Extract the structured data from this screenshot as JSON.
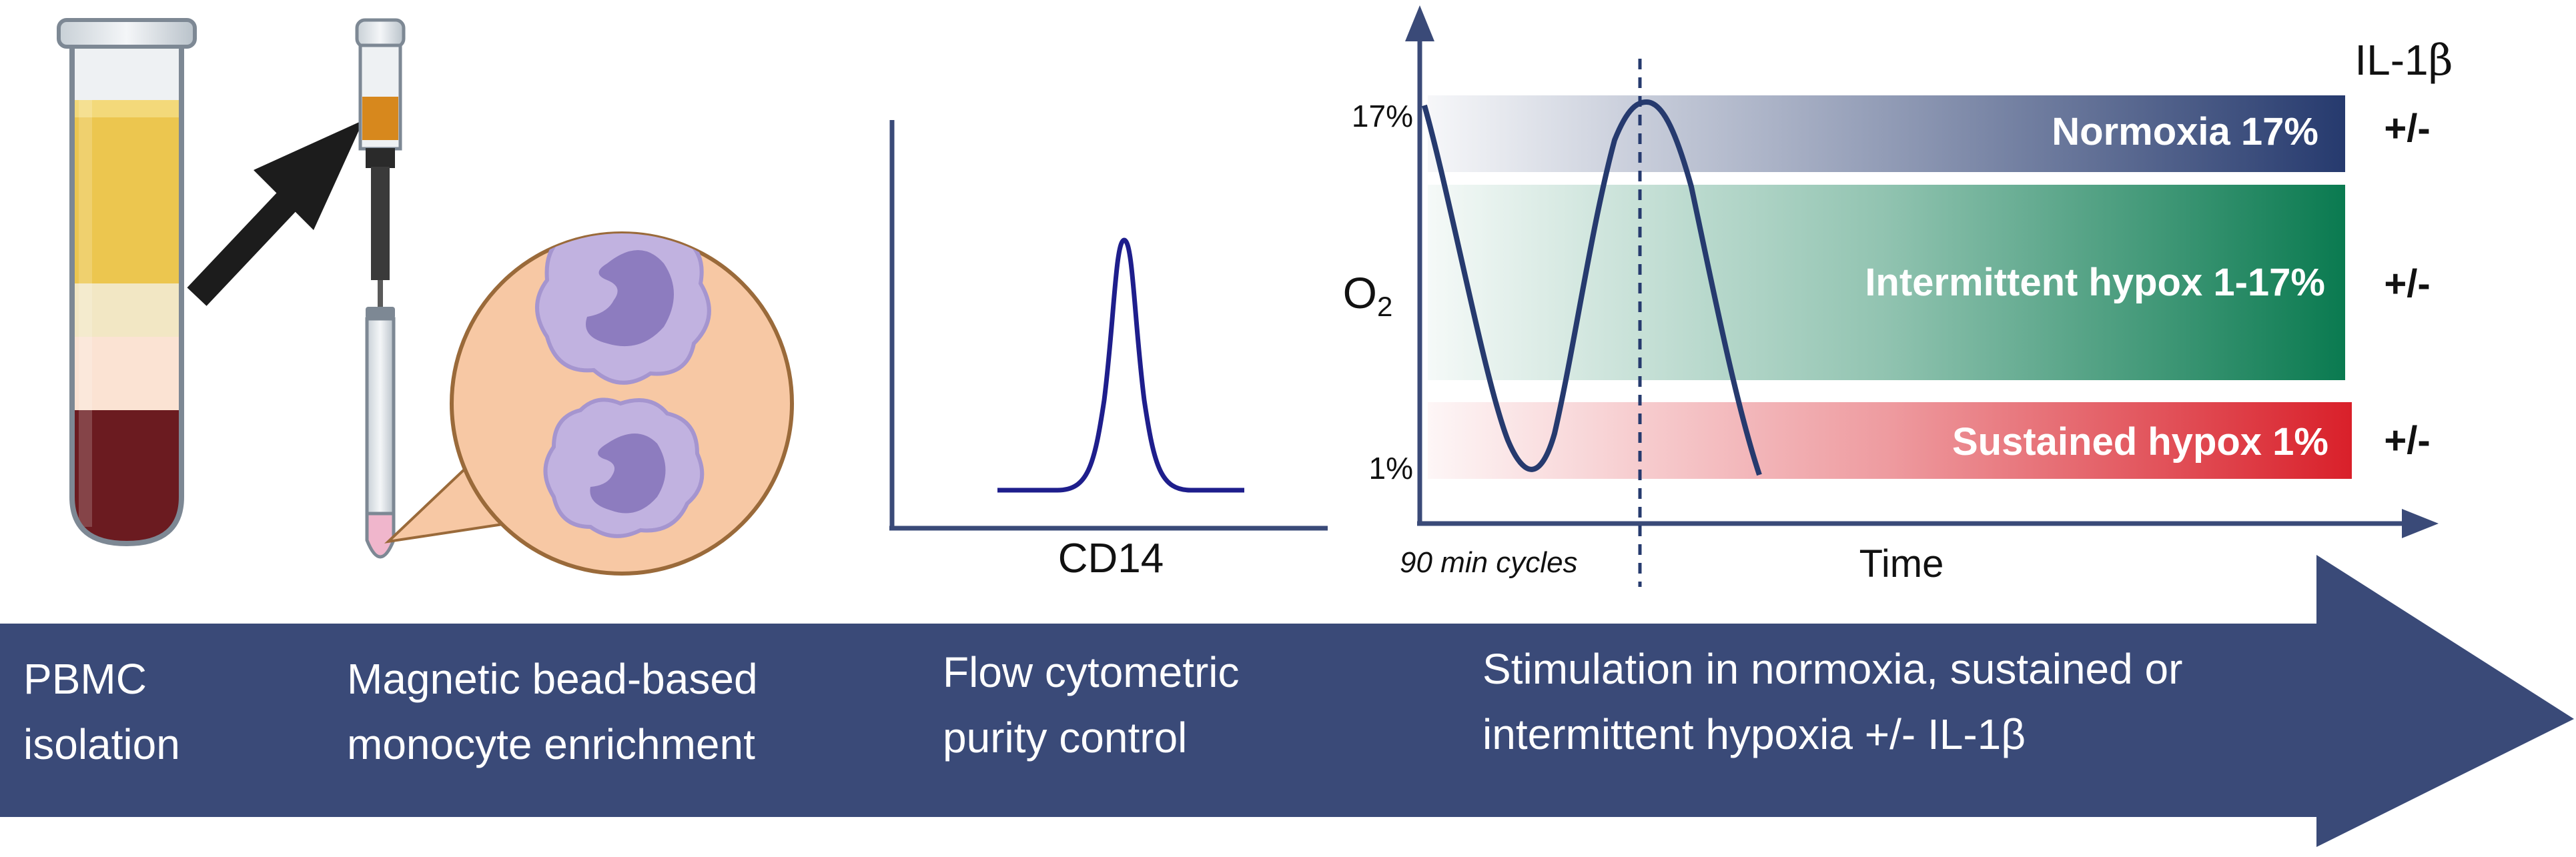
{
  "colors": {
    "navy": "#3a4a78",
    "navy_dark": "#263a6e",
    "green": "#0a7a50",
    "red": "#d9202a",
    "tube_yellow": "#ecc64f",
    "tube_beige": "#f2e7c4",
    "tube_peach": "#fbe3d3",
    "tube_blood": "#6b1b20",
    "peach": "#f7c8a4",
    "cell_purple": "#c1b2e0",
    "nucleus": "#8d7cbf",
    "hist_line": "#1e1e8c"
  },
  "icons": [
    "blood-tube-icon",
    "arrow-icon",
    "syringe-column-icon",
    "cell-magnifier-icon"
  ],
  "histogram": {
    "xlabel": "CD14"
  },
  "oxygen_chart": {
    "ylabel_base": "O",
    "ylabel_sub": "2",
    "tick_high": "17%",
    "tick_low": "1%",
    "xlabel": "Time",
    "cycles_label": "90 min cycles",
    "il_label_base": "IL-1",
    "il_label_greek": "β",
    "conditions": [
      {
        "label": "Normoxia 17%",
        "pm": "+/-"
      },
      {
        "label": "Intermittent hypox 1-17%",
        "pm": "+/-"
      },
      {
        "label": "Sustained hypox 1%",
        "pm": "+/-"
      }
    ]
  },
  "steps": [
    {
      "line1": "PBMC",
      "line2": "isolation"
    },
    {
      "line1": "Magnetic bead-based",
      "line2": "monocyte enrichment"
    },
    {
      "line1": "Flow cytometric",
      "line2": "purity control"
    },
    {
      "line1": "Stimulation in normoxia, sustained or",
      "line2": "intermittent hypoxia +/- IL-1β"
    }
  ]
}
